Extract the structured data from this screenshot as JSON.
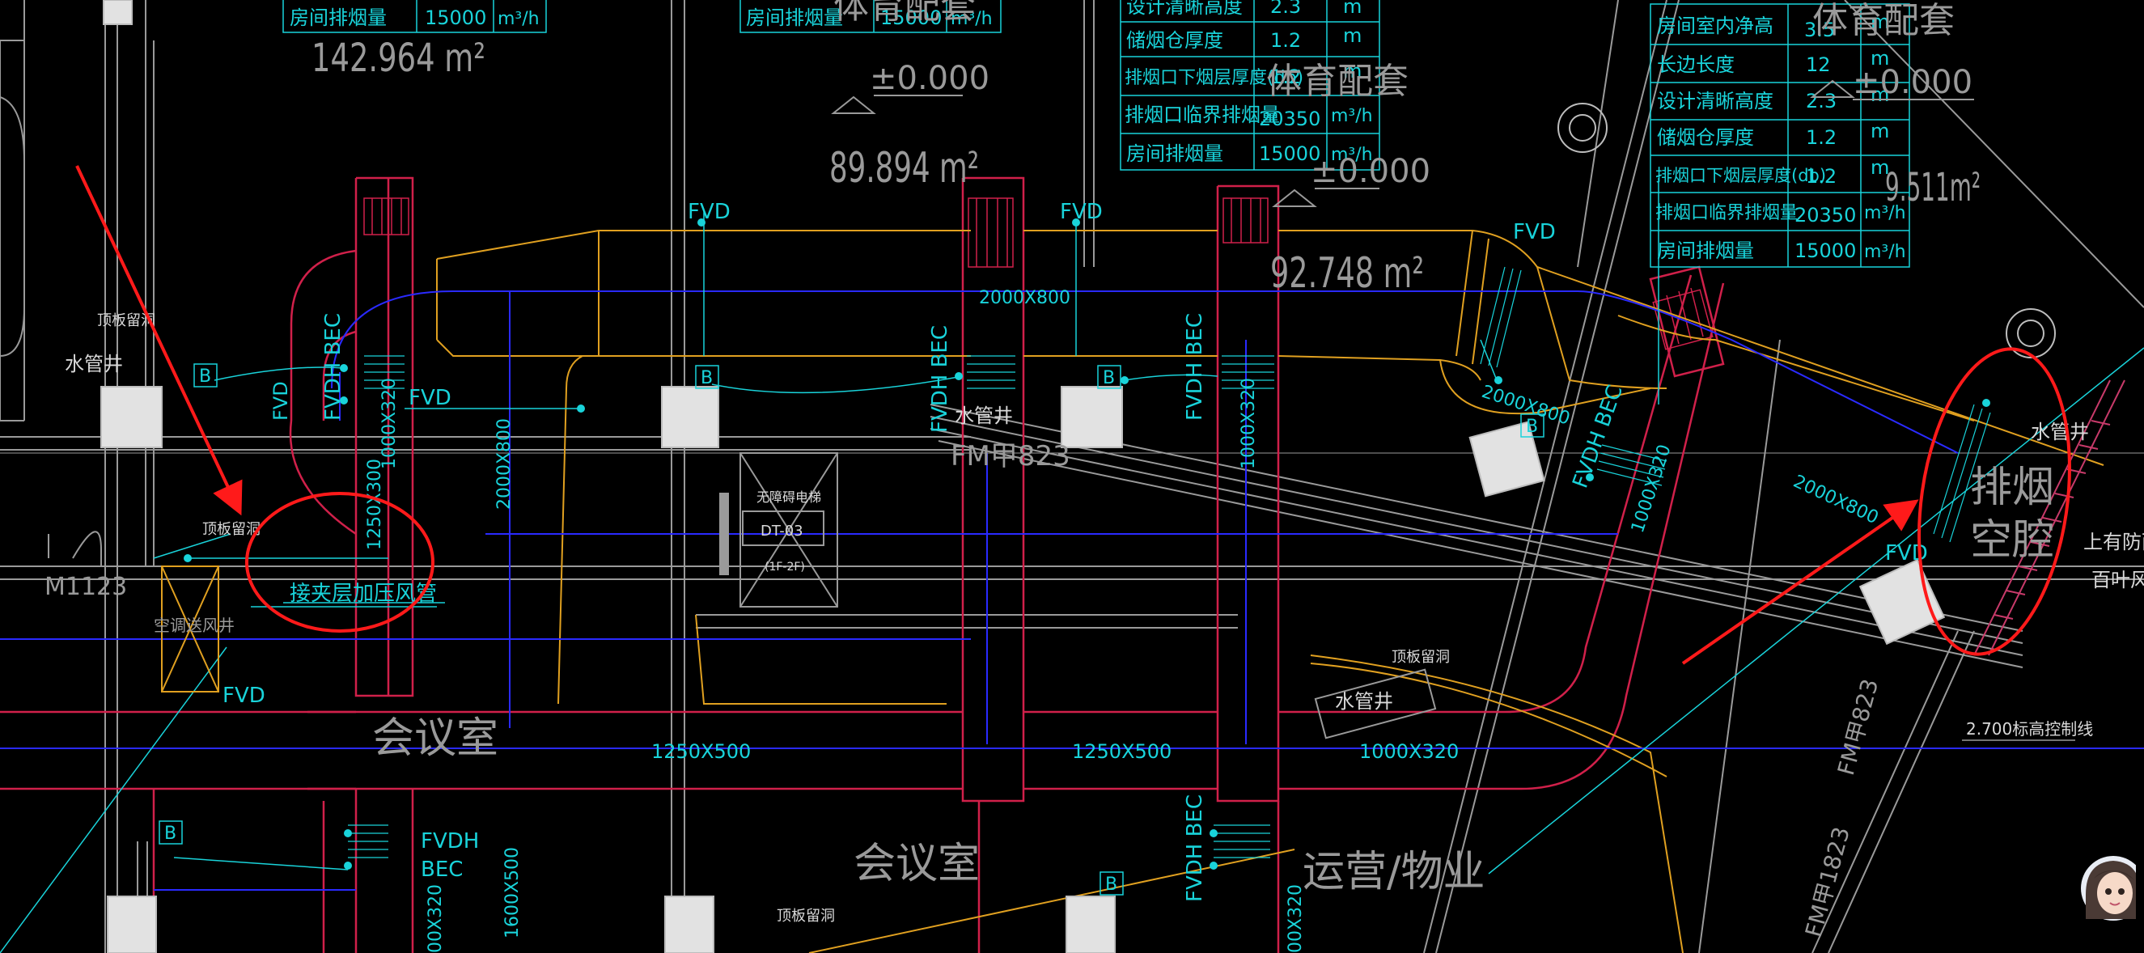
{
  "labels": {
    "fvd": "FVD",
    "fvdh": "FVDH",
    "bec": "BEC",
    "fvdh_bec": "FVDH BEC",
    "b": "B",
    "duct_2000x800": "2000X800",
    "duct_1000x320": "1000X320",
    "duct_1250x500": "1250X500",
    "duct_1250x300": "1250X300",
    "duct_1600x500": "1600X500",
    "duct_00x320": "00X320",
    "water_shaft": "水管井",
    "top_slab_hole": "顶板留洞",
    "m1123": "M1123",
    "meeting_room": "会议室",
    "ops_property": "运营/物业",
    "sports_support": "体育配套",
    "elevation_zero": "±0.000",
    "area_142": "142.964 m²",
    "area_89": "89.894 m²",
    "area_92": "92.748 m²",
    "area_9511": "9.511m²",
    "fm_823": "FM甲823",
    "fm_1823": "FM甲1823",
    "exhaust_cavity_1": "排烟",
    "exhaust_cavity_2": "空腔",
    "mezzanine_duct": "接夹层加压风管",
    "level_line": "2.700标高控制线",
    "elevator_1": "无障碍电梯",
    "elevator_2": "DT-03",
    "elevator_3": "(1F-2F)",
    "ac_shaft": "空调送风井",
    "rain_louver": "上有防雨",
    "louver_2": "百叶风标"
  },
  "tables": {
    "top_left": {
      "rows": [
        {
          "label": "房间排烟量",
          "value": "15000",
          "unit": "m³/h"
        }
      ]
    },
    "top_mid": {
      "rows": [
        {
          "label": "房间排烟量",
          "value": "15000",
          "unit": "m³/h"
        }
      ]
    },
    "center": {
      "rows": [
        {
          "label": "设计清晰高度",
          "value": "2.3",
          "unit": "m"
        },
        {
          "label": "储烟仓厚度",
          "value": "1.2",
          "unit": "m"
        },
        {
          "label": "排烟口下烟层厚度(db)",
          "value": "1.2",
          "unit": "m"
        },
        {
          "label": "排烟口临界排烟量",
          "value": "20350",
          "unit": "m³/h"
        },
        {
          "label": "房间排烟量",
          "value": "15000",
          "unit": "m³/h"
        }
      ]
    },
    "right": {
      "rows": [
        {
          "label": "房间室内净高",
          "value": "3.5",
          "unit": "m"
        },
        {
          "label": "长边长度",
          "value": "12",
          "unit": "m"
        },
        {
          "label": "设计清晰高度",
          "value": "2.3",
          "unit": "m"
        },
        {
          "label": "储烟仓厚度",
          "value": "1.2",
          "unit": "m"
        },
        {
          "label": "排烟口下烟层厚度(db)",
          "value": "1.2",
          "unit": "m"
        },
        {
          "label": "排烟口临界排烟量",
          "value": "20350",
          "unit": "m³/h"
        },
        {
          "label": "房间排烟量",
          "value": "15000",
          "unit": "m³/h"
        }
      ]
    }
  },
  "colors": {
    "background": "#000000",
    "duct_red": "#d0204a",
    "duct_orange": "#e0a020",
    "pipe_blue": "#2a2aff",
    "text_cyan": "#19d3da",
    "wall_grey": "#9a9a9a",
    "highlight_red": "#ff1a1a",
    "column_fill": "#e2e2e2"
  },
  "icons": {
    "avatar": "assistant-avatar-icon"
  }
}
